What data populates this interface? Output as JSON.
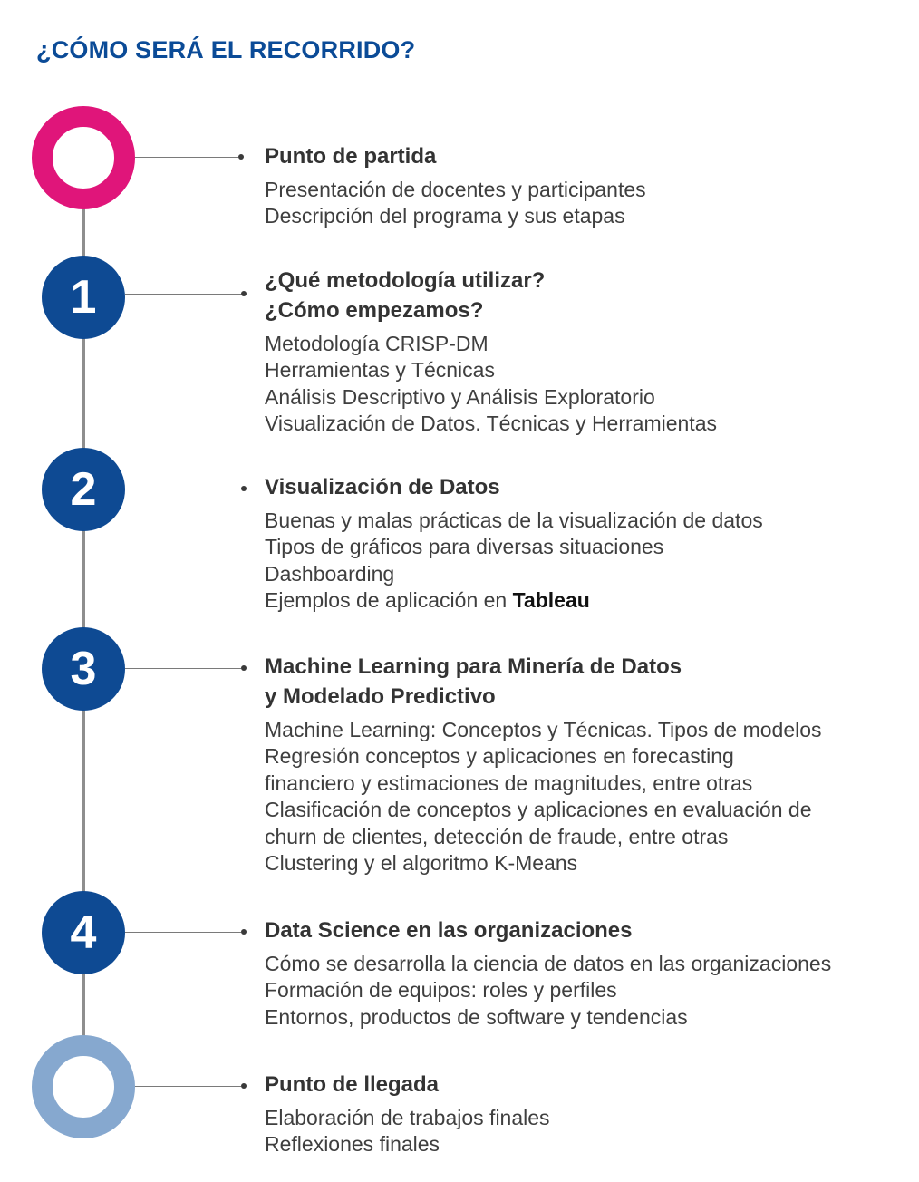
{
  "title": "¿CÓMO SERÁ EL RECORRIDO?",
  "colors": {
    "title": "#0b4b97",
    "start_ring": "#e0157a",
    "number_circle": "#0e4a93",
    "end_ring": "#86a8cf",
    "timeline": "#8e8e8e"
  },
  "stages": [
    {
      "marker": "",
      "marker_style": "start-ring",
      "heading": [
        "Punto de partida"
      ],
      "items": [
        "Presentación de docentes y participantes",
        "Descripción del programa y sus etapas"
      ]
    },
    {
      "marker": "1",
      "marker_style": "numbered-circle",
      "heading": [
        "¿Qué metodología utilizar?",
        "¿Cómo empezamos?"
      ],
      "items": [
        "Metodología CRISP-DM",
        "Herramientas y Técnicas",
        "Análisis Descriptivo y Análisis Exploratorio",
        "Visualización de Datos. Técnicas y Herramientas"
      ]
    },
    {
      "marker": "2",
      "marker_style": "numbered-circle",
      "heading": [
        "Visualización de Datos"
      ],
      "items": [
        "Buenas y malas prácticas de la visualización de datos",
        "Tipos de gráficos para diversas situaciones",
        "Dashboarding",
        "Ejemplos de aplicación en "
      ],
      "highlight": "Tableau"
    },
    {
      "marker": "3",
      "marker_style": "numbered-circle",
      "heading": [
        "Machine Learning para Minería de Datos",
        "y Modelado Predictivo"
      ],
      "items": [
        "Machine Learning: Conceptos y Técnicas. Tipos de modelos",
        "Regresión conceptos y aplicaciones en forecasting",
        "financiero y estimaciones de magnitudes, entre otras",
        "Clasificación de conceptos y aplicaciones en evaluación de",
        "churn de clientes, detección de fraude, entre otras",
        "Clustering y el algoritmo K-Means"
      ]
    },
    {
      "marker": "4",
      "marker_style": "numbered-circle",
      "heading": [
        "Data Science en las organizaciones"
      ],
      "items": [
        "Cómo se desarrolla la ciencia de datos en las organizaciones",
        "Formación de equipos: roles y perfiles",
        "Entornos, productos de software y tendencias"
      ]
    },
    {
      "marker": "",
      "marker_style": "end-ring",
      "heading": [
        "Punto de llegada"
      ],
      "items": [
        "Elaboración de trabajos finales",
        "Reflexiones finales"
      ]
    }
  ]
}
